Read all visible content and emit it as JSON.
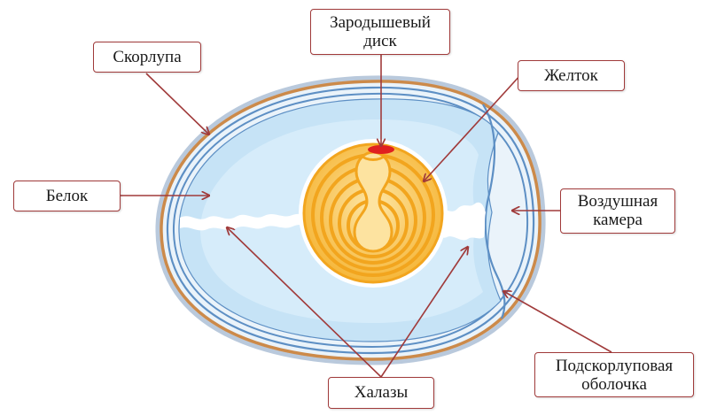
{
  "labels": {
    "shell": "Скорлупа",
    "germinal_disc_line1": "Зародышевый",
    "germinal_disc_line2": "диск",
    "yolk": "Желток",
    "albumen": "Белок",
    "air_cell_line1": "Воздушная",
    "air_cell_line2": "камера",
    "membrane_line1": "Подскорлуповая",
    "membrane_line2": "оболочка",
    "chalazae": "Халазы"
  },
  "colors": {
    "leader_line": "#a03a3a",
    "label_border": "#a03a3a",
    "shell_outer": "#b9c9dc",
    "shell_orange": "#cc8a4a",
    "membrane_blue": "#5d8fc4",
    "albumen_fill": "#c6e3f6",
    "yolk_outer": "#f2a51e",
    "yolk_inner": "#fbd98a",
    "germinal_disc": "#e02020"
  }
}
